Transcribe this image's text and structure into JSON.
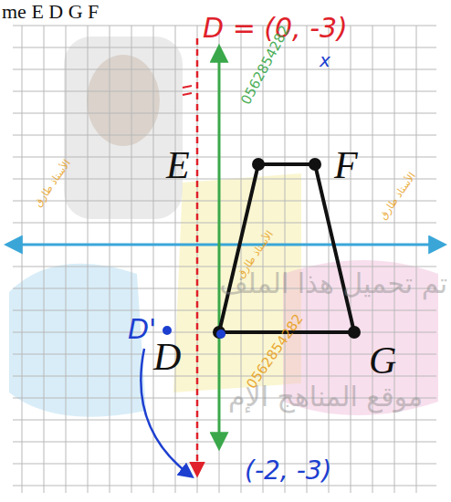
{
  "diagram": {
    "labels": [
      "me E D G F",
      "D = (0, -3)",
      "x",
      "0562854282",
      "E",
      "F",
      "D'",
      "D",
      "G",
      "(-2, -3)",
      "0562854282",
      "الأستاذ طارق",
      "الأستاذ طارق",
      "الأستاذ طارق",
      "تم تحميل هذا الملف",
      "موقع المناهج الإم"
    ]
  }
}
